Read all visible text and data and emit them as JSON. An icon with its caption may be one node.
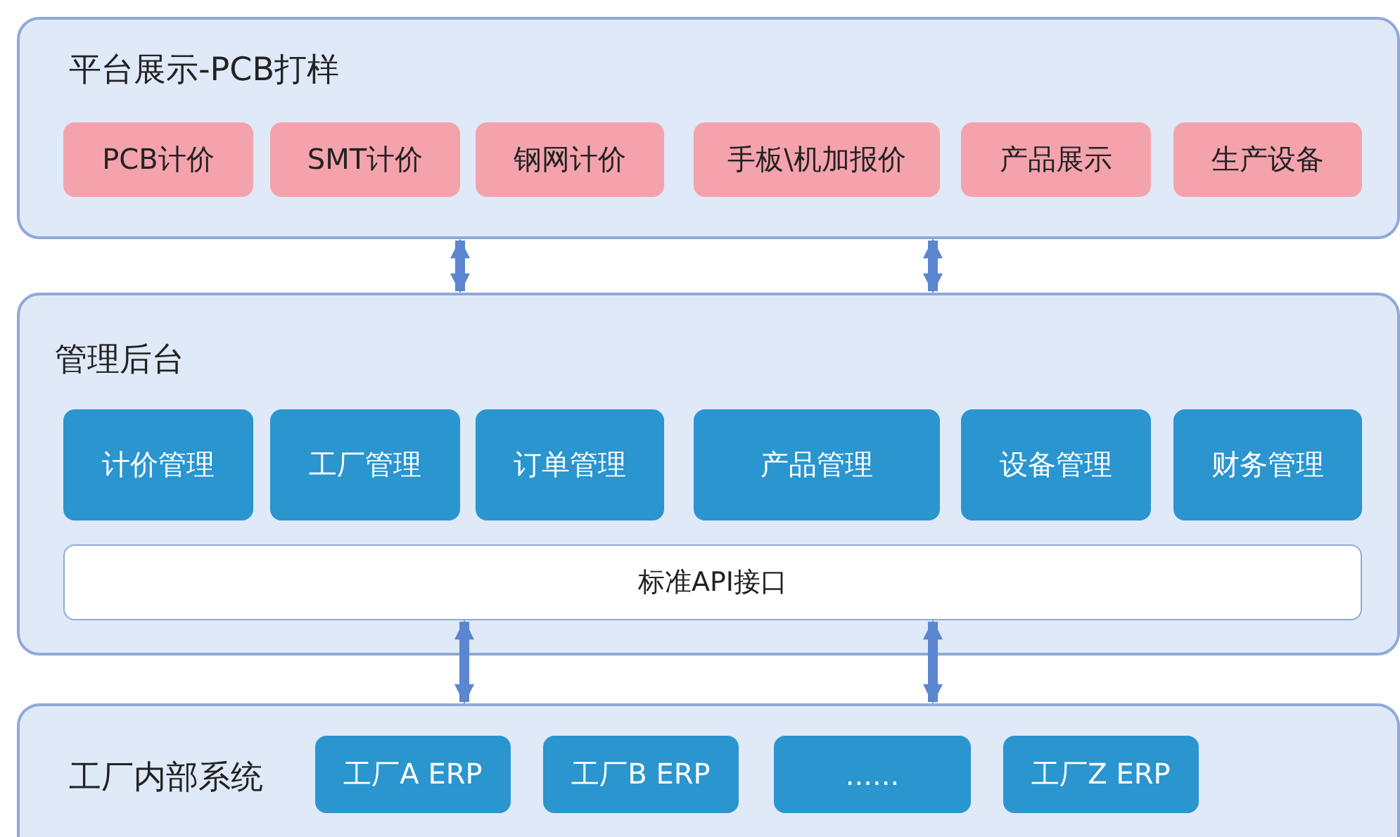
{
  "diagram": {
    "nodes": [
      {
        "text": [
          "平台展示-PCB打样"
        ]
      },
      {
        "text": [
          "PCB计价"
        ],
        "in": 0
      },
      {
        "text": [
          "SMT计价"
        ],
        "in": 0
      },
      {
        "text": [
          "钢网计价"
        ],
        "in": 0
      },
      {
        "text": [
          "手板\\机加报价"
        ],
        "in": 0
      },
      {
        "text": [
          "产品展示"
        ],
        "in": 0
      },
      {
        "text": [
          "生产设备"
        ],
        "in": 0
      },
      {
        "text": [
          "管理后台"
        ]
      },
      {
        "text": [
          "计价管理"
        ],
        "in": 7
      },
      {
        "text": [
          "工厂管理"
        ],
        "in": 7
      },
      {
        "text": [
          "订单管理"
        ],
        "in": 7
      },
      {
        "text": [
          "产品管理"
        ],
        "in": 7
      },
      {
        "text": [
          "设备管理"
        ],
        "in": 7
      },
      {
        "text": [
          "财务管理"
        ],
        "in": 7
      },
      {
        "text": [
          "标准API接口"
        ],
        "in": 7
      },
      {
        "text": [
          "工厂内部系统"
        ]
      },
      {
        "text": [
          "工厂A ERP"
        ],
        "in": 15
      },
      {
        "text": [
          "工厂B ERP"
        ],
        "in": 15
      },
      {
        "text": [
          "......"
        ],
        "in": 15
      },
      {
        "text": [
          "工厂Z ERP"
        ],
        "in": 15
      }
    ],
    "edges": [
      {
        "from": 0,
        "to": 7,
        "arrow": "both"
      },
      {
        "from": 0,
        "to": 7,
        "arrow": "both"
      },
      {
        "from": 14,
        "to": 15,
        "arrow": "both"
      },
      {
        "from": 14,
        "to": 15,
        "arrow": "both"
      }
    ]
  }
}
